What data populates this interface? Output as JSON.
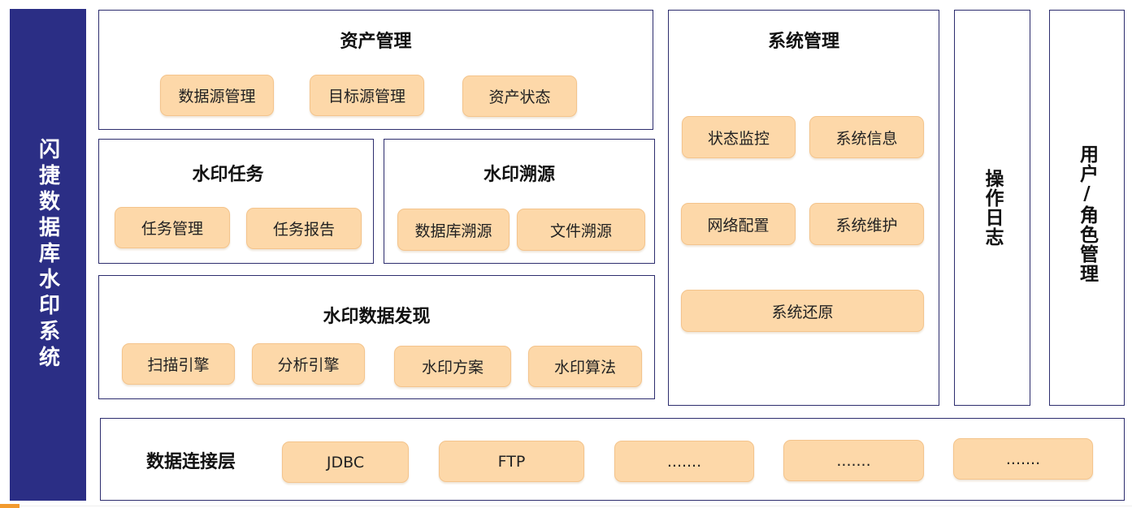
{
  "sidebar": {
    "title": "闪捷数据库水印系统"
  },
  "asset_management": {
    "title": "资产管理",
    "items": [
      "数据源管理",
      "目标源管理",
      "资产状态"
    ]
  },
  "watermark_task": {
    "title": "水印任务",
    "items": [
      "任务管理",
      "任务报告"
    ]
  },
  "watermark_trace": {
    "title": "水印溯源",
    "items": [
      "数据库溯源",
      "文件溯源"
    ]
  },
  "watermark_discovery": {
    "title": "水印数据发现",
    "items": [
      "扫描引擎",
      "分析引擎",
      "水印方案",
      "水印算法"
    ]
  },
  "system_management": {
    "title": "系统管理",
    "items": [
      "状态监控",
      "系统信息",
      "网络配置",
      "系统维护",
      "系统还原"
    ]
  },
  "operation_log": {
    "title": "操作日志"
  },
  "user_role": {
    "title": "用户/角色管理"
  },
  "data_layer": {
    "title": "数据连接层",
    "items": [
      "JDBC",
      "FTP",
      ".......",
      ".......",
      "......."
    ]
  },
  "colors": {
    "sidebar": "#2b2e85",
    "chip_fill": "#fdd8a9",
    "chip_border": "#f4c48c",
    "panel_border": "#2d2d6e",
    "accent": "#f29a2e"
  }
}
